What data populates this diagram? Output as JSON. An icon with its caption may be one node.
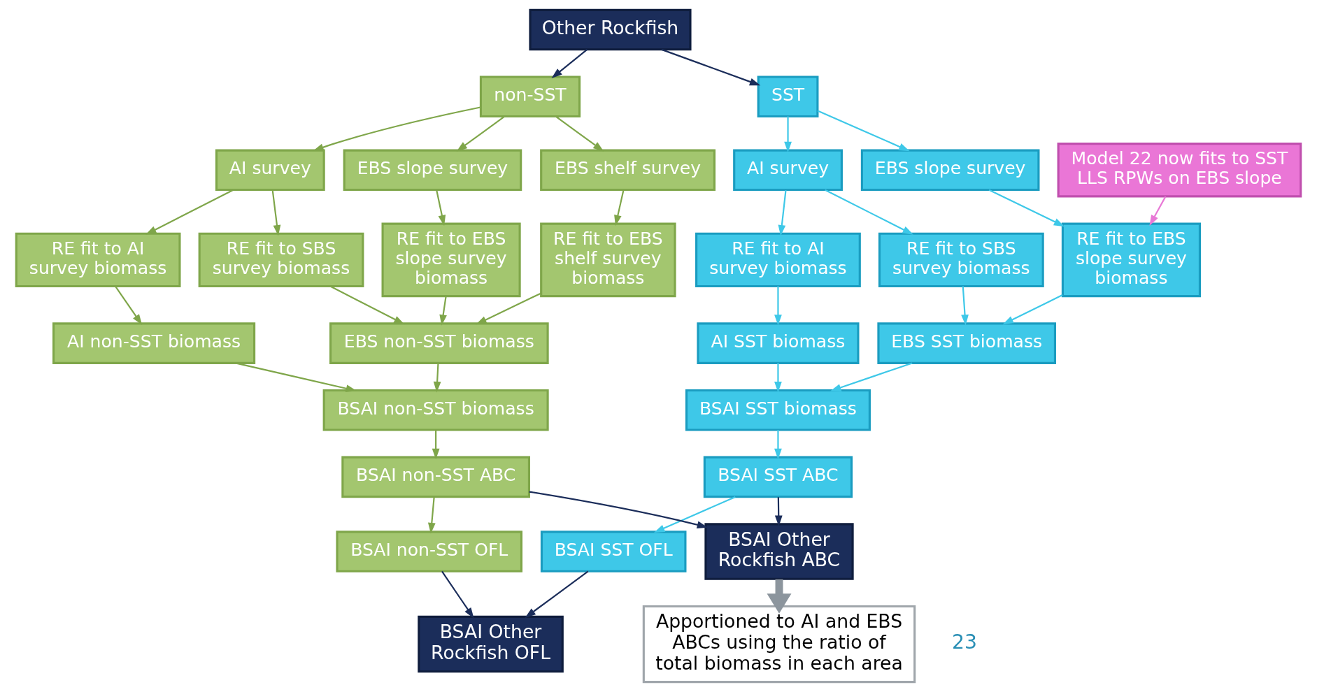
{
  "diagram": {
    "nodes": [
      {
        "text": [
          "Other Rockfish"
        ]
      },
      {
        "text": [
          "SST"
        ]
      },
      {
        "text": [
          "non-SST"
        ]
      },
      {
        "text": [
          "AI survey"
        ]
      },
      {
        "text": [
          "EBS slope survey"
        ]
      },
      {
        "text": [
          "AI survey"
        ]
      },
      {
        "text": [
          "EBS slope survey"
        ]
      },
      {
        "text": [
          "EBS shelf survey"
        ]
      },
      {
        "text": [
          "RE fit to AI survey biomass"
        ]
      },
      {
        "text": [
          "RE fit to SBS survey biomass"
        ]
      },
      {
        "text": [
          "RE fit to EBS slope survey biomass"
        ]
      },
      {
        "text": [
          "RE fit to AI survey biomass"
        ]
      },
      {
        "text": [
          "RE fit to SBS survey biomass"
        ]
      },
      {
        "text": [
          "RE fit to EBS slope survey biomass"
        ]
      },
      {
        "text": [
          "RE fit to EBS shelf survey biomass"
        ]
      },
      {
        "text": [
          "AI SST biomass"
        ]
      },
      {
        "text": [
          "EBS SST biomass"
        ]
      },
      {
        "text": [
          "AI non-SST biomass"
        ]
      },
      {
        "text": [
          "EBS non-SST biomass"
        ]
      },
      {
        "text": [
          "BSAI SST biomass"
        ]
      },
      {
        "text": [
          "BSAI non-SST biomass"
        ]
      },
      {
        "text": [
          "BSAI SST ABC"
        ]
      },
      {
        "text": [
          "BSAI non-SST ABC"
        ]
      },
      {
        "text": [
          "BSAI Other Rockfish ABC"
        ]
      },
      {
        "text": [
          "BSAI SST OFL"
        ]
      },
      {
        "text": [
          "BSAI non-SST OFL"
        ]
      },
      {
        "text": [
          "Model 22 now fits to SST LLS RPWs on EBS slope"
        ]
      },
      {
        "text": [
          "BSAI Other Rockfish OFL"
        ]
      },
      {
        "text": [
          "Apportioned to AI and EBS ABCs using the ratio of total biomass in each area"
        ]
      }
    ],
    "edges": [
      {
        "from": 0,
        "to": 1,
        "arrow": "to",
        "color": "#1b2d5a"
      },
      {
        "from": 0,
        "to": 2,
        "arrow": "to",
        "color": "#1b2d5a"
      },
      {
        "from": 1,
        "to": 3,
        "arrow": "to",
        "color": "#3ec8e8"
      },
      {
        "from": 1,
        "to": 4,
        "arrow": "to",
        "color": "#3ec8e8"
      },
      {
        "from": 2,
        "to": 5,
        "arrow": "to"
      },
      {
        "from": 2,
        "to": 6,
        "arrow": "to"
      },
      {
        "from": 2,
        "to": 7,
        "arrow": "to"
      },
      {
        "from": 3,
        "to": 8,
        "arrow": "to",
        "color": "#3ec8e8"
      },
      {
        "from": 3,
        "to": 9,
        "arrow": "to",
        "color": "#3ec8e8"
      },
      {
        "from": 4,
        "to": 10,
        "arrow": "to",
        "color": "#3ec8e8"
      },
      {
        "from": 5,
        "to": 11,
        "arrow": "to"
      },
      {
        "from": 5,
        "to": 12,
        "arrow": "to"
      },
      {
        "from": 6,
        "to": 13,
        "arrow": "to"
      },
      {
        "from": 7,
        "to": 14,
        "arrow": "to"
      },
      {
        "from": 8,
        "to": 15,
        "arrow": "to",
        "color": "#3ec8e8"
      },
      {
        "from": 9,
        "to": 16,
        "arrow": "to",
        "color": "#3ec8e8"
      },
      {
        "from": 10,
        "to": 16,
        "arrow": "to",
        "color": "#3ec8e8"
      },
      {
        "from": 11,
        "to": 17,
        "arrow": "to"
      },
      {
        "from": 12,
        "to": 18,
        "arrow": "to"
      },
      {
        "from": 13,
        "to": 18,
        "arrow": "to"
      },
      {
        "from": 14,
        "to": 18,
        "arrow": "to"
      },
      {
        "from": 15,
        "to": 19,
        "arrow": "to",
        "color": "#3ec8e8"
      },
      {
        "from": 16,
        "to": 19,
        "arrow": "to",
        "color": "#3ec8e8"
      },
      {
        "from": 17,
        "to": 20,
        "arrow": "to"
      },
      {
        "from": 18,
        "to": 20,
        "arrow": "to"
      },
      {
        "from": 19,
        "to": 21,
        "arrow": "to",
        "color": "#3ec8e8"
      },
      {
        "from": 20,
        "to": 22,
        "arrow": "to"
      },
      {
        "from": 21,
        "to": 24,
        "arrow": "to",
        "color": "#3ec8e8"
      },
      {
        "from": 22,
        "to": 25,
        "arrow": "to"
      },
      {
        "from": 21,
        "to": 23,
        "arrow": "to",
        "color": "#1b2d5a"
      },
      {
        "from": 22,
        "to": 23,
        "arrow": "to",
        "color": "#1b2d5a"
      },
      {
        "from": 24,
        "to": 27,
        "arrow": "to",
        "color": "#1b2d5a"
      },
      {
        "from": 25,
        "to": 27,
        "arrow": "to",
        "color": "#1b2d5a"
      },
      {
        "from": 23,
        "to": 28,
        "arrow": "to",
        "style": "thick",
        "color": "#8c959d"
      },
      {
        "from": 26,
        "to": 10,
        "arrow": "to",
        "color": "#e879d6"
      }
    ],
    "labels": [
      "23"
    ]
  }
}
